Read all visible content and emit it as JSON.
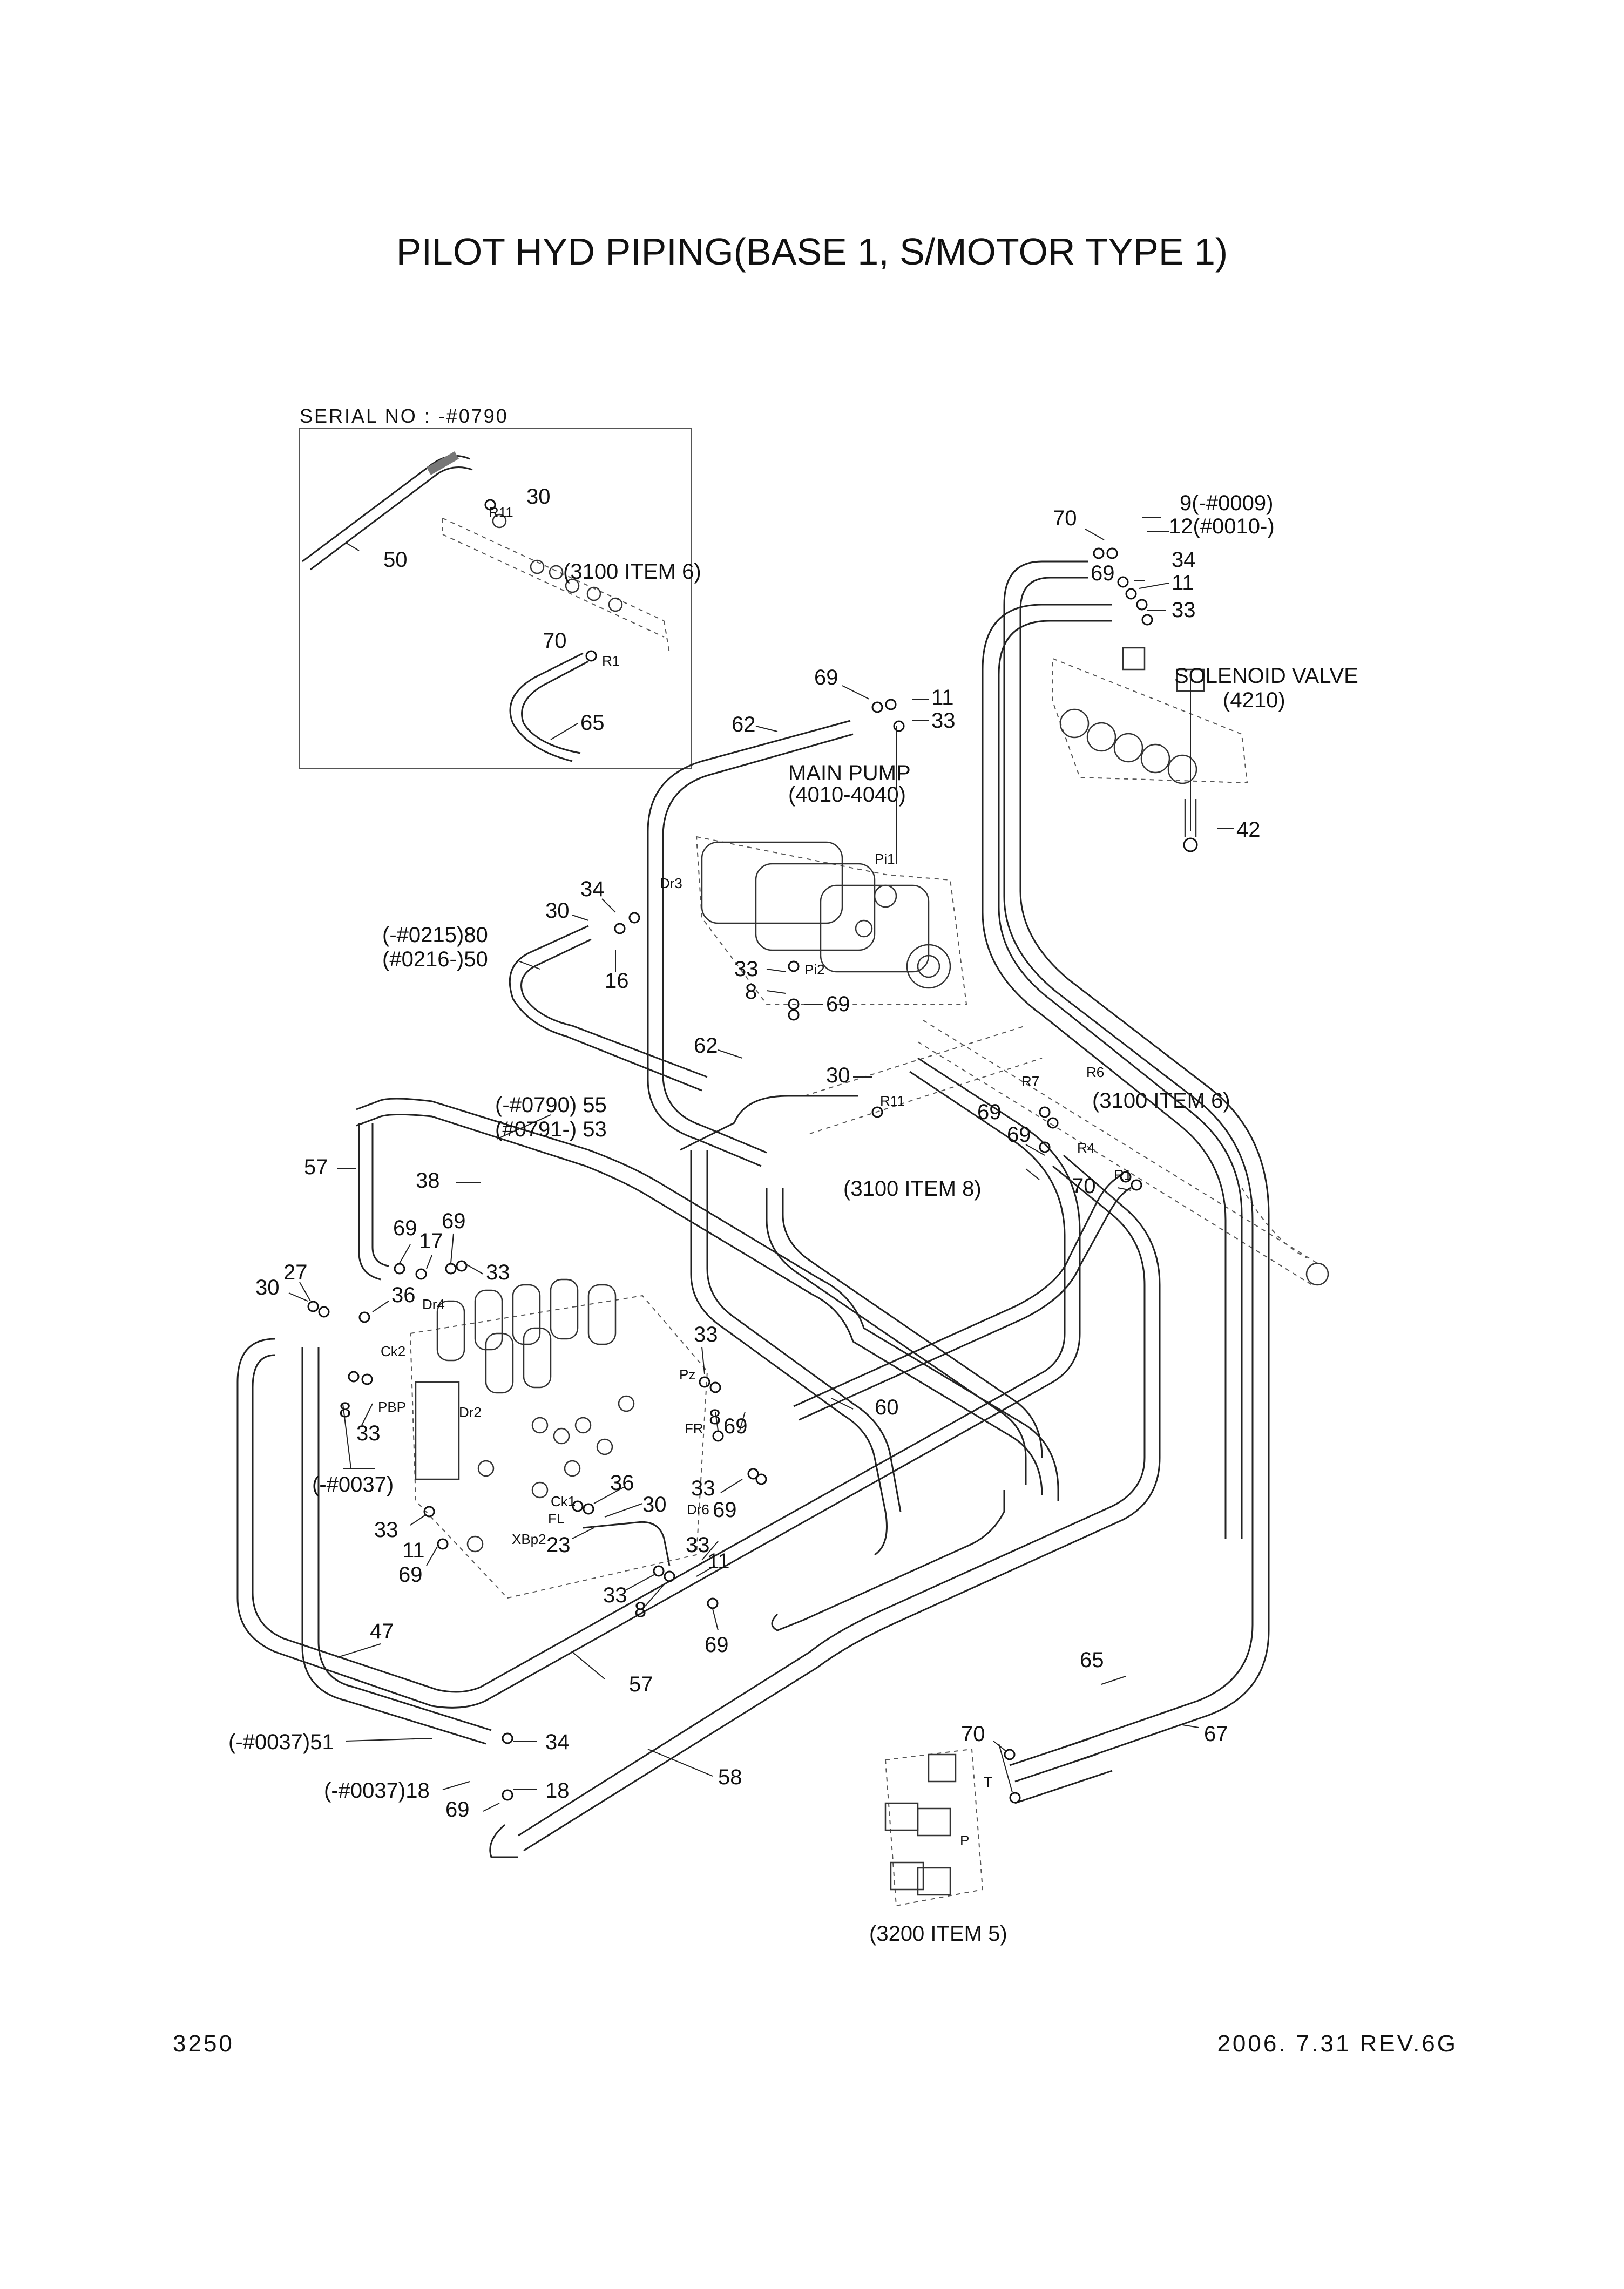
{
  "title": "PILOT HYD PIPING(BASE 1, S/MOTOR TYPE 1)",
  "page_number": "3250",
  "revision": "2006. 7.31 REV.6G",
  "inset": {
    "serial": "SERIAL NO : -#0790",
    "labels": {
      "l30": "30",
      "r11": "R11",
      "l50": "50",
      "ref3100": "(3100 ITEM 6)",
      "l70": "70",
      "r1": "R1",
      "l65": "65"
    }
  },
  "components": {
    "main_pump": "MAIN PUMP",
    "main_pump_ref": "(4010-4040)",
    "solenoid_valve": "SOLENOID VALVE",
    "solenoid_ref": "(4210)",
    "ref_3100_item6": "(3100 ITEM 6)",
    "ref_3100_item8": "(3100 ITEM 8)",
    "ref_3200_item5": "(3200 ITEM 5)"
  },
  "ports": {
    "dr3": "Dr3",
    "pi1": "Pi1",
    "pi2": "Pi2",
    "r7": "R7",
    "r6": "R6",
    "r11": "R11",
    "r4": "R4",
    "r1": "R1",
    "dr4": "Dr4",
    "ck2": "Ck2",
    "pbp": "PBP",
    "dr2": "Dr2",
    "pz": "Pz",
    "fr": "FR",
    "dr6": "Dr6",
    "ck1": "Ck1",
    "fl": "FL",
    "xbp2": "XBp2",
    "t": "T",
    "p": "P"
  },
  "callouts": {
    "c70_top": "70",
    "c9": "9(-#0009)",
    "c12": "12(#0010-)",
    "c34_top": "34",
    "c69_top": "69",
    "c11_top": "11",
    "c33_top": "33",
    "c69_a": "69",
    "c11_a": "11",
    "c62_a": "62",
    "c33_a": "33",
    "c42": "42",
    "c34_b": "34",
    "c30_b": "30",
    "c80": "(-#0215)80",
    "c50b": "(#0216-)50",
    "c16": "16",
    "c33_c": "33",
    "c8_c": "8",
    "c69_c": "69",
    "c62_b": "62",
    "c30_c": "30",
    "c69_d": "69",
    "c69_e": "69",
    "c70_e": "70",
    "c55": "(-#0790) 55",
    "c53": "(#0791-) 53",
    "c57_a": "57",
    "c38": "38",
    "c69_f": "69",
    "c17": "17",
    "c69_g": "69",
    "c33_f": "33",
    "c27": "27",
    "c30_f": "30",
    "c36_f": "36",
    "c33_g": "33",
    "c60": "60",
    "c8_g": "8",
    "c69_h": "69",
    "c8_h": "8",
    "c33_h": "33",
    "c0037": "(-#0037)",
    "c33_i": "33",
    "c69_i": "69",
    "c36_i": "36",
    "c30_i": "30",
    "c33_j": "33",
    "c11_j": "11",
    "c23": "23",
    "c33_k": "33",
    "c11_k": "11",
    "c69_k": "69",
    "c33_l": "33",
    "c8_l": "8",
    "c69_l": "69",
    "c47": "47",
    "c57_b": "57",
    "c51": "(-#0037)51",
    "c34_m": "34",
    "c18": "(-#0037)18",
    "c18b": "18",
    "c69_m": "69",
    "c58": "58",
    "c65": "65",
    "c70_n": "70",
    "c67": "67"
  }
}
